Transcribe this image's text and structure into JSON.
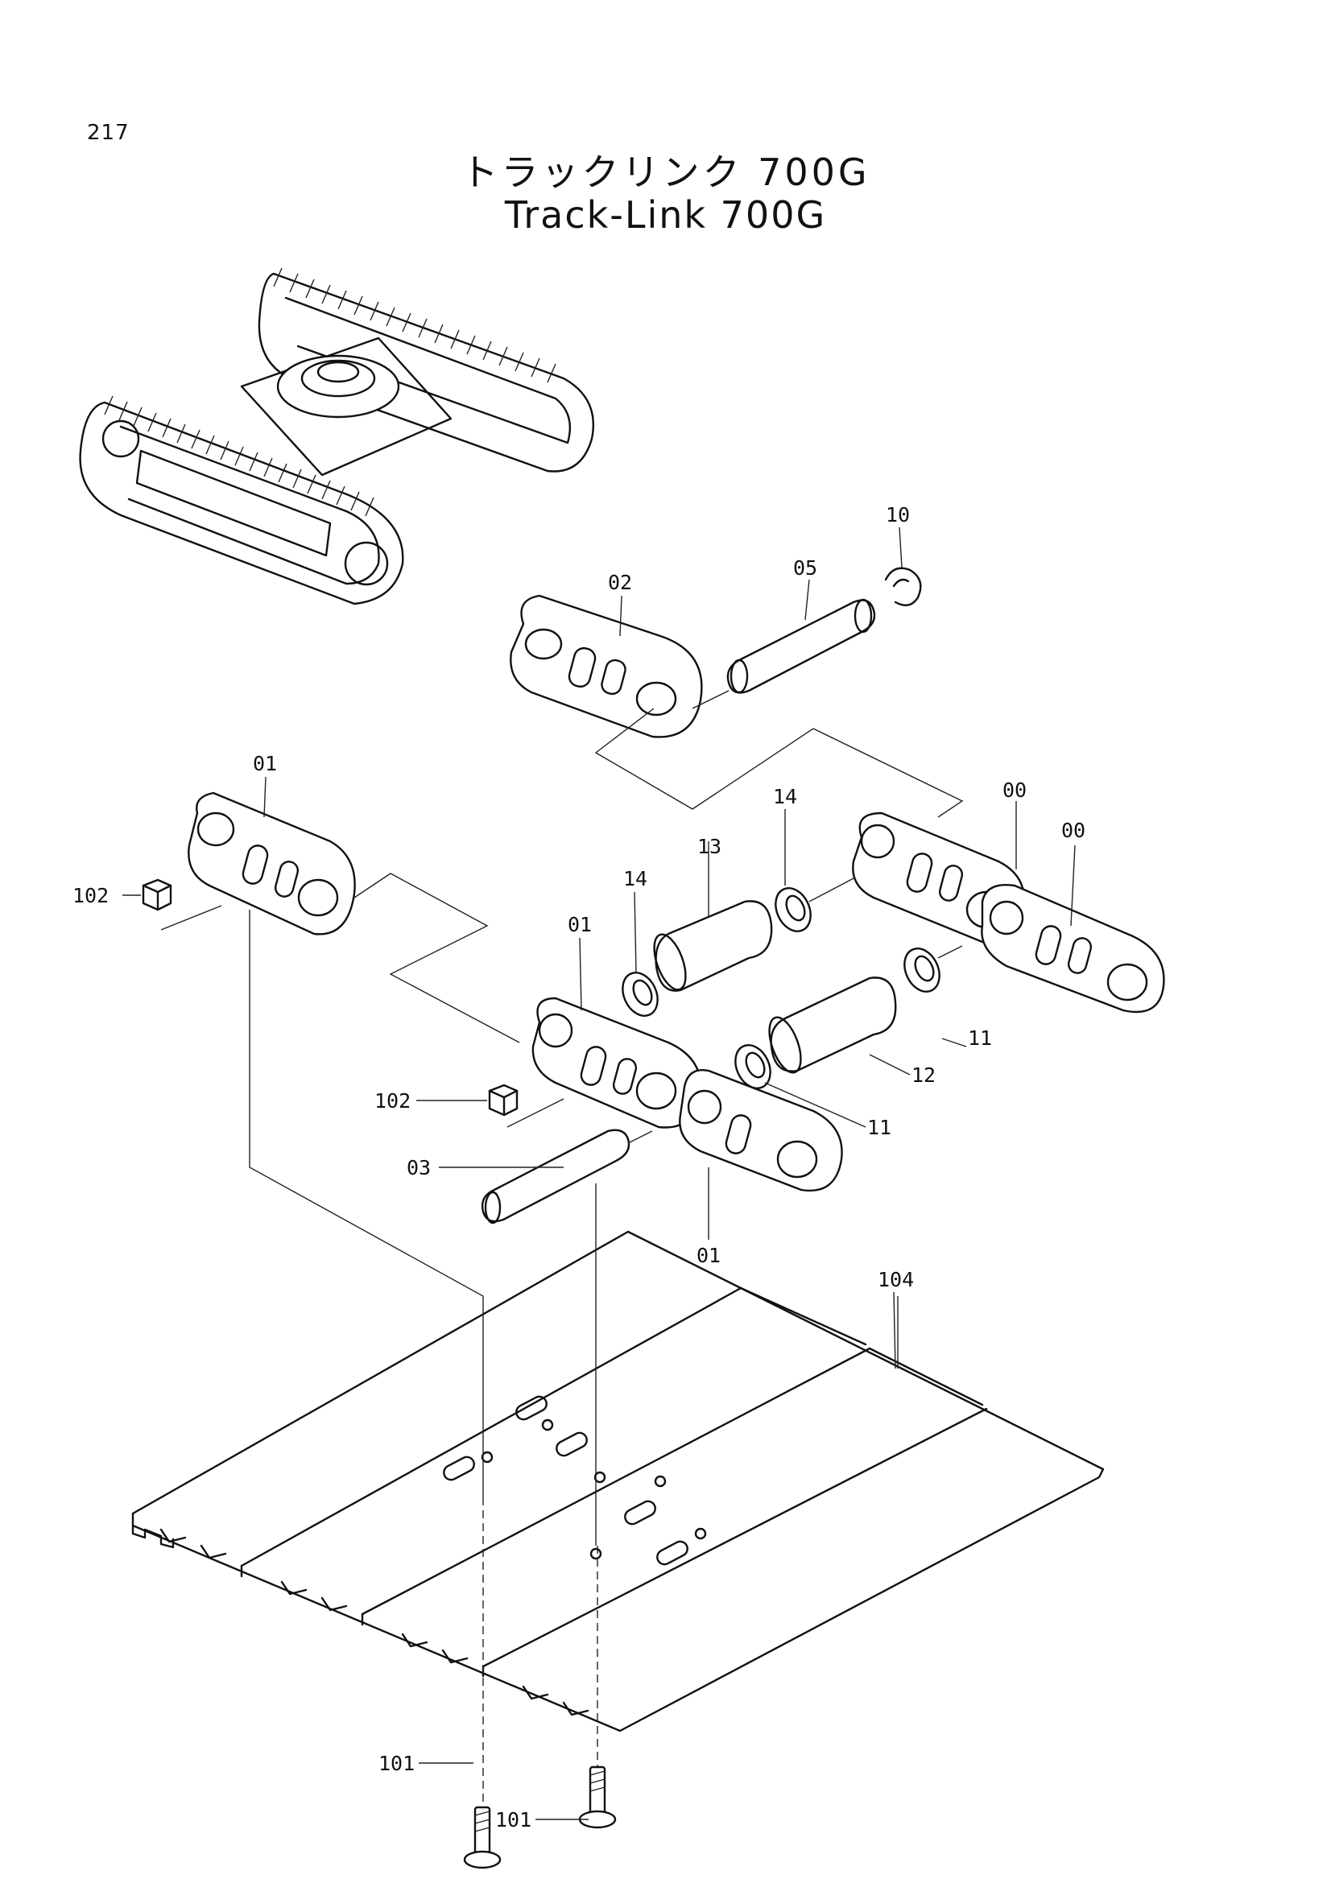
{
  "page_number": "217",
  "title_jp": "トラックリンク 700G",
  "title_en": "Track-Link 700G",
  "callouts": {
    "c10": "10",
    "c05": "05",
    "c02": "02",
    "c01a": "01",
    "c00a": "00",
    "c00b": "00",
    "c14a": "14",
    "c13": "13",
    "c14b": "14",
    "c01b": "01",
    "c102a": "102",
    "c102b": "102",
    "c11a": "11",
    "c12": "12",
    "c11b": "11",
    "c03": "03",
    "c01c": "01",
    "c104": "104",
    "c101a": "101",
    "c101b": "101"
  }
}
